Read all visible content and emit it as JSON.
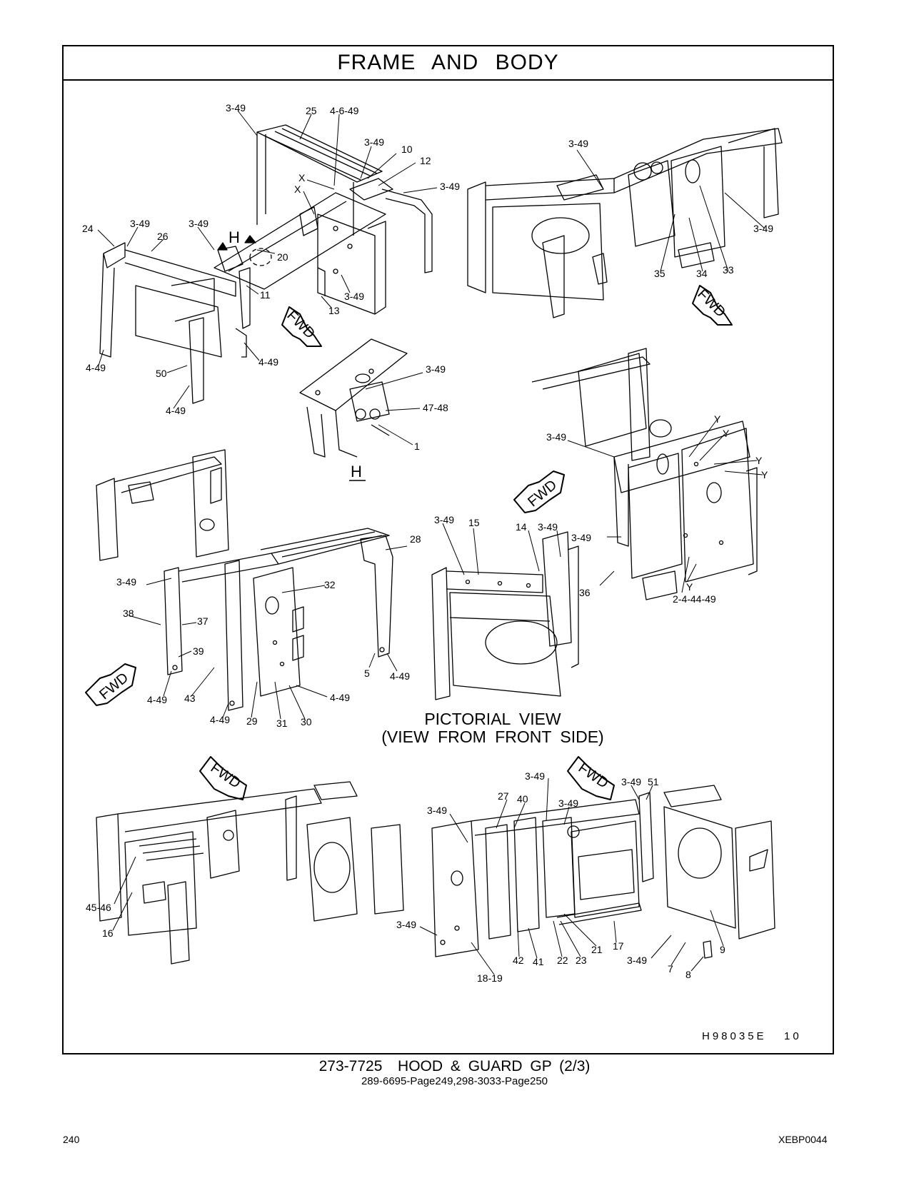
{
  "header": {
    "title": "FRAME AND BODY"
  },
  "callouts": {
    "v1": [
      "3-49",
      "25",
      "4-6-49",
      "3-49",
      "10",
      "12",
      "3-49",
      "X",
      "X",
      "24",
      "3-49",
      "26",
      "3-49",
      "H",
      "20",
      "11",
      "13",
      "3-49",
      "4-49",
      "50",
      "4-49",
      "4-49"
    ],
    "v2": [
      "3-49",
      "3-49",
      "35",
      "34",
      "33"
    ],
    "detail": [
      "3-49",
      "47-48",
      "1"
    ],
    "v3": [
      "3-49",
      "3-49",
      "3-49",
      "15",
      "14",
      "3-49",
      "28",
      "32",
      "3-49",
      "38",
      "37",
      "39",
      "36",
      "2-4-44-49",
      "4-49",
      "43",
      "4-49",
      "29",
      "31",
      "30",
      "4-49",
      "5",
      "4-49",
      "Y",
      "Y",
      "Y",
      "Y",
      "Y"
    ],
    "v4": [
      "3-49",
      "3-49",
      "27",
      "40",
      "3-49",
      "3-49",
      "51",
      "45-46",
      "16",
      "3-49",
      "42",
      "41",
      "22",
      "23",
      "21",
      "17",
      "3-49",
      "7",
      "8",
      "9",
      "18-19"
    ]
  },
  "fwd_label": "FWD",
  "detail_label": "H",
  "view_caption": {
    "line1": "PICTORIAL VIEW",
    "line2": "(VIEW FROM FRONT SIDE)"
  },
  "drawing_id": "H98035E   10",
  "footer": {
    "group_title": "273-7725  HOOD & GUARD GP (2/3)",
    "references": "289-6695-Page249,298-3033-Page250",
    "page_number": "240",
    "doc_code": "XEBP0044"
  }
}
